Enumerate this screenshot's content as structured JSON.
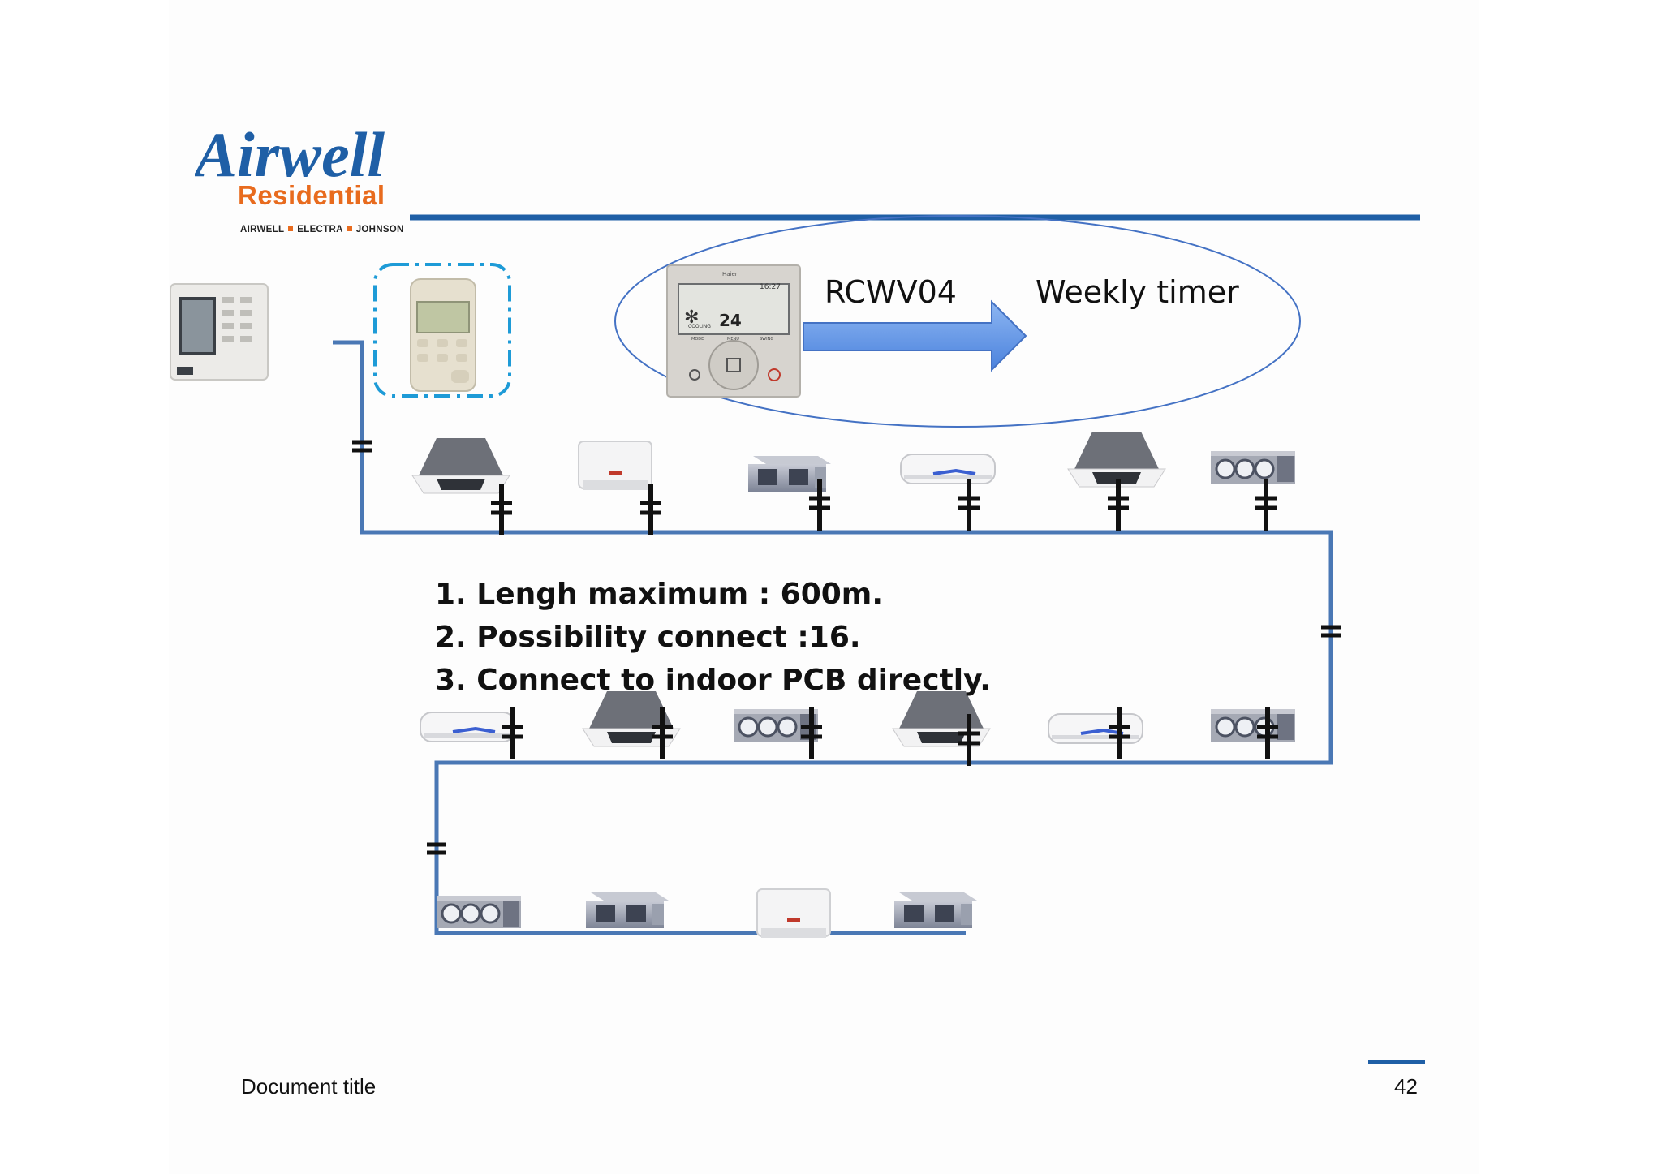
{
  "brand": {
    "logo_script": "Airwell",
    "logo_sub": "Residential",
    "brands": [
      "AIRWELL",
      "ELECTRA",
      "JOHNSON"
    ],
    "colors": {
      "logo_blue": "#1f5fa6",
      "logo_orange": "#e86b1e",
      "line_blue": "#4a78b5",
      "arrow_blue": "#5b93e6"
    }
  },
  "controller": {
    "model": "RCWV04",
    "feature": "Weekly timer",
    "display": {
      "brand": "Haier",
      "time": "16:27",
      "temp": "24",
      "mode": "COOLING"
    },
    "buttons": [
      "MODE",
      "MENU",
      "SWING"
    ]
  },
  "specs": [
    "1. Lengh maximum : 600m.",
    "2. Possibility connect :16.",
    "3. Connect to indoor PCB directly."
  ],
  "indoor_units": {
    "row1": [
      "cassette",
      "floor-ceiling",
      "duct",
      "wall",
      "cassette",
      "duct-3fan"
    ],
    "row2": [
      "wall",
      "cassette",
      "duct-3fan",
      "cassette",
      "wall",
      "duct-3fan"
    ],
    "row3": [
      "duct-3fan",
      "duct",
      "floor-ceiling",
      "duct"
    ]
  },
  "footer": {
    "title": "Document title",
    "page": "42"
  }
}
